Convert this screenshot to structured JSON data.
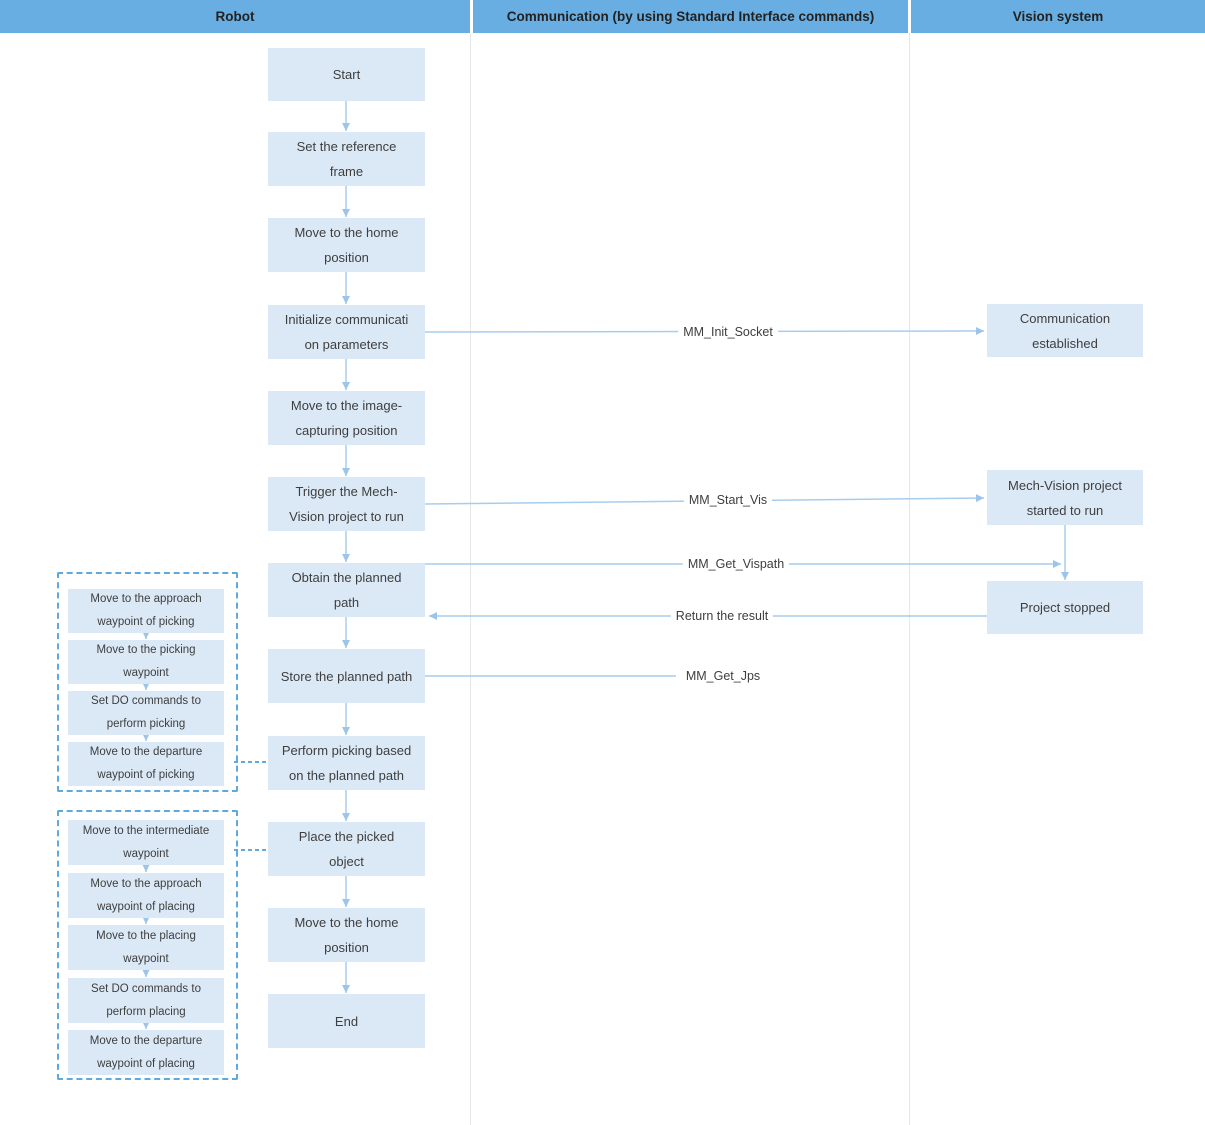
{
  "header": {
    "columns": [
      {
        "label": "Robot"
      },
      {
        "label": "Communication (by using Standard Interface commands)"
      },
      {
        "label": "Vision system"
      }
    ]
  },
  "colors": {
    "header_bg": "#69AEE2",
    "box_bg": "#DBE9F7",
    "connector_line": "#A8CCEE",
    "arrowhead": "#9CC5EC",
    "dashed_border": "#5FA9DF",
    "column_divider": "#E7E7E7",
    "box_text": "#3E3E3E"
  },
  "robot_flow": {
    "steps": [
      "Start",
      "Set the reference\nframe",
      "Move to the home\nposition",
      "Initialize communicati\non parameters",
      "Move to the image-\ncapturing position",
      "Trigger the Mech-\nVision project to run",
      "Obtain the planned\npath",
      "Store the planned path",
      "Perform picking based\non the planned path",
      "Place the picked\nobject",
      "Move to the home\nposition",
      "End"
    ]
  },
  "vision_flow": {
    "steps": [
      "Communication\nestablished",
      "Mech-Vision project\nstarted to run",
      "Project stopped"
    ]
  },
  "messages": [
    "MM_Init_Socket",
    "MM_Start_Vis",
    "MM_Get_Vispath",
    "Return the result",
    "MM_Get_Jps"
  ],
  "picking_group": {
    "steps": [
      "Move to the approach\nwaypoint of picking",
      "Move to the picking\nwaypoint",
      "Set DO commands to\nperform picking",
      "Move to the departure\nwaypoint of picking"
    ]
  },
  "placing_group": {
    "steps": [
      "Move to the intermediate\nwaypoint",
      "Move to the approach\nwaypoint of placing",
      "Move to the placing\nwaypoint",
      "Set DO commands to\nperform placing",
      "Move to the departure\nwaypoint of placing"
    ]
  }
}
